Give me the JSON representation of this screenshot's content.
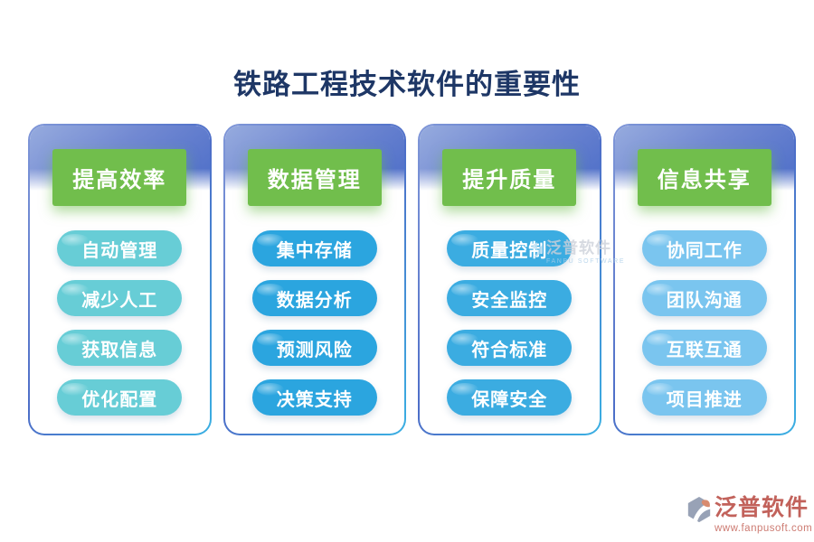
{
  "title": {
    "text": "铁路工程技术软件的重要性",
    "color": "#1E3766"
  },
  "columns": [
    {
      "id": "efficiency",
      "header": "提高效率",
      "pill_color": "#67CDD6",
      "items": [
        "自动管理",
        "减少人工",
        "获取信息",
        "优化配置"
      ]
    },
    {
      "id": "data-management",
      "header": "数据管理",
      "pill_color": "#2BA5DF",
      "items": [
        "集中存储",
        "数据分析",
        "预测风险",
        "决策支持"
      ]
    },
    {
      "id": "quality",
      "header": "提升质量",
      "pill_color": "#3BACE1",
      "items": [
        "质量控制",
        "安全监控",
        "符合标准",
        "保障安全"
      ]
    },
    {
      "id": "info-sharing",
      "header": "信息共享",
      "pill_color": "#7AC5EF",
      "items": [
        "协同工作",
        "团队沟通",
        "互联互通",
        "项目推进"
      ]
    }
  ],
  "colors": {
    "header_green": "#71BE4C",
    "band_top": "#96ABDE",
    "band_bottom": "#4D6EC8",
    "card_border_left": "#8097D8",
    "card_border_right": "#3AB0E3",
    "title_navy": "#1E3766",
    "footer_salmon": "#C2625B"
  },
  "watermark": {
    "brand": "泛普软件",
    "subtext": "FANPU SOFTWARE"
  },
  "footer": {
    "brand": "泛普软件",
    "url": "www.fanpusoft.com"
  }
}
